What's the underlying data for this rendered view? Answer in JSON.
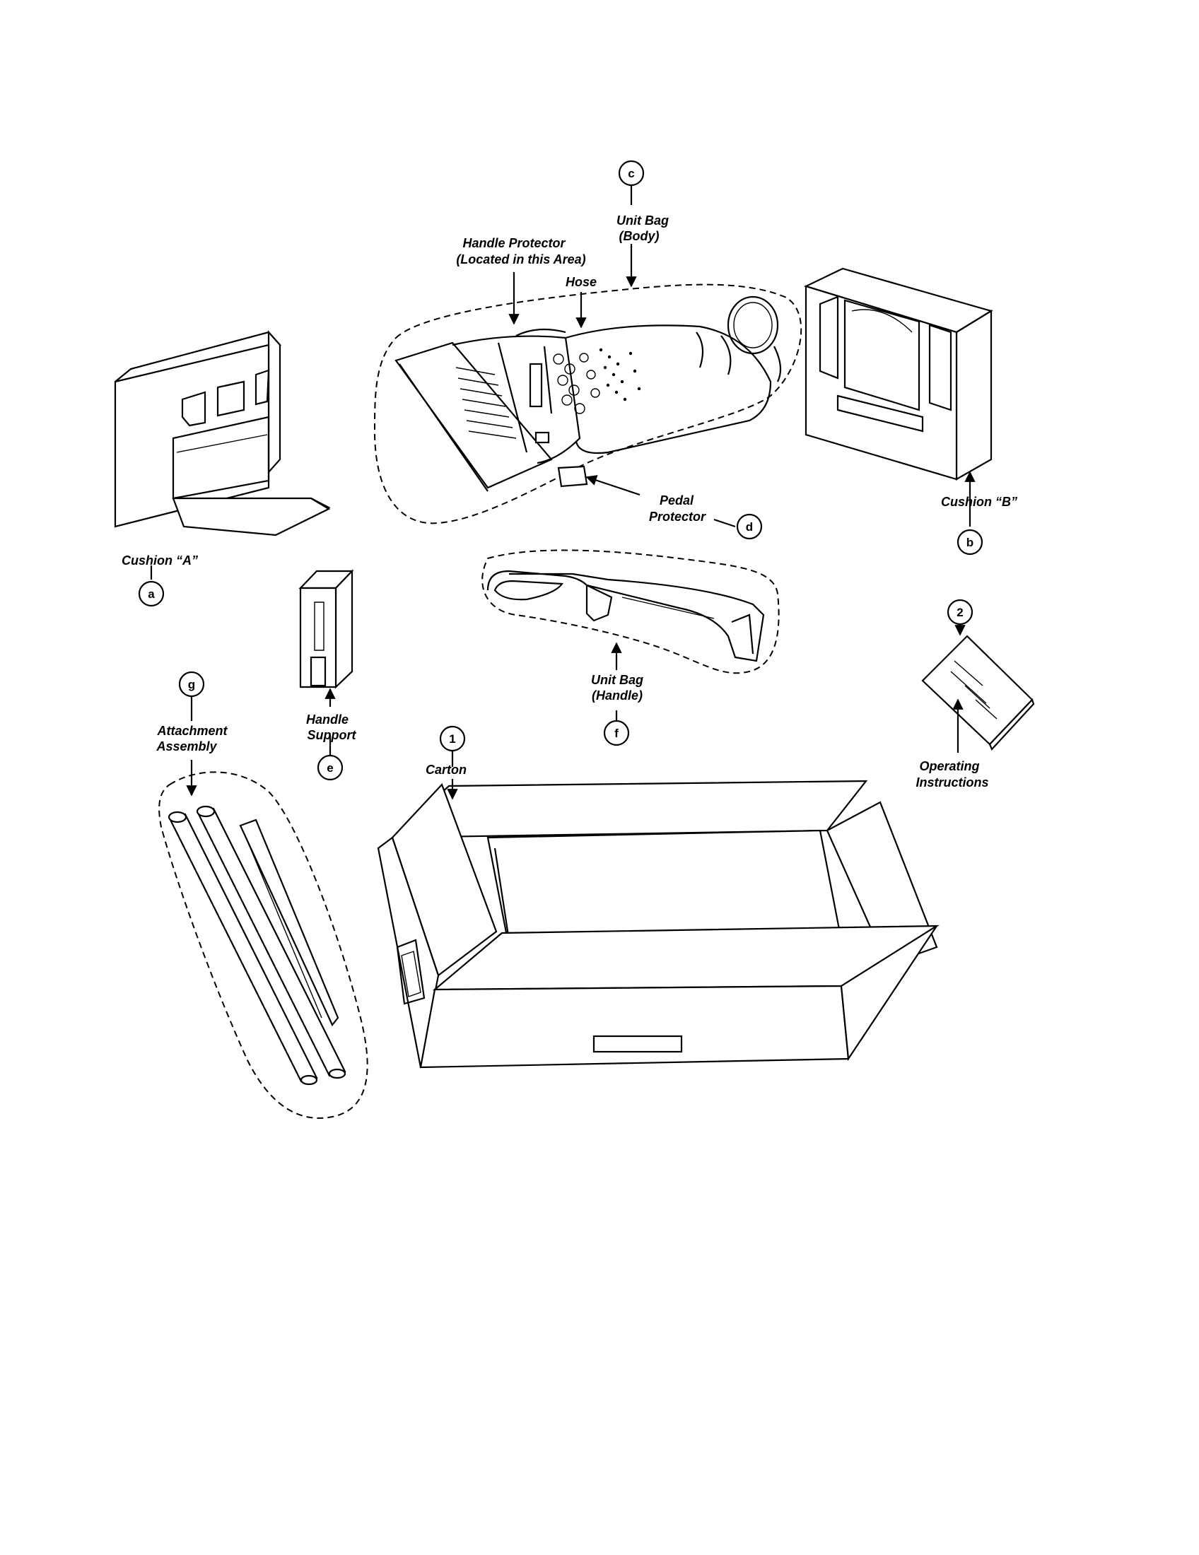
{
  "callouts": {
    "a": "a",
    "b": "b",
    "c": "c",
    "d": "d",
    "e": "e",
    "f": "f",
    "g": "g",
    "one": "1",
    "two": "2"
  },
  "labels": {
    "unit_bag_body_line1": "Unit Bag",
    "unit_bag_body_line2": "(Body)",
    "handle_protector_line1": "Handle Protector",
    "handle_protector_line2": "(Located in this Area)",
    "hose": "Hose",
    "pedal_protector_line1": "Pedal",
    "pedal_protector_line2": "Protector",
    "cushion_a": "Cushion “A”",
    "cushion_b": "Cushion “B”",
    "handle_support_line1": "Handle",
    "handle_support_line2": "Support",
    "unit_bag_handle_line1": "Unit Bag",
    "unit_bag_handle_line2": "(Handle)",
    "attachment_assembly_line1": "Attachment",
    "attachment_assembly_line2": "Assembly",
    "carton": "Carton",
    "operating_instructions_line1": "Operating",
    "operating_instructions_line2": "Instructions"
  }
}
